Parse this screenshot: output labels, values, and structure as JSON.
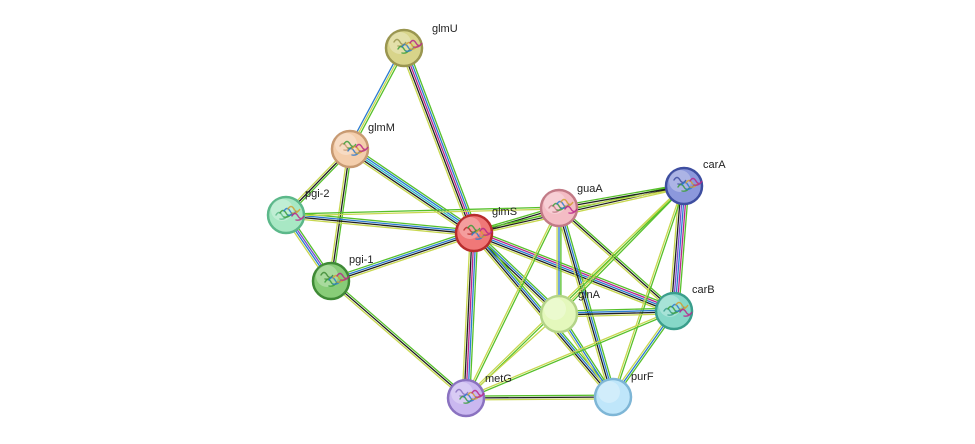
{
  "network": {
    "nodes": [
      {
        "id": "glmU",
        "label": "glmU",
        "fill": "#d8d48a",
        "stroke": "#9a9650",
        "has_structure": true
      },
      {
        "id": "glmM",
        "label": "glmM",
        "fill": "#f4ceac",
        "stroke": "#c89a72",
        "has_structure": true
      },
      {
        "id": "pgi-2",
        "label": "pgi-2",
        "fill": "#a8e8c4",
        "stroke": "#5cb88a",
        "has_structure": true
      },
      {
        "id": "pgi-1",
        "label": "pgi-1",
        "fill": "#88cc78",
        "stroke": "#3f8a36",
        "has_structure": true
      },
      {
        "id": "glmS",
        "label": "glmS",
        "fill": "#f07878",
        "stroke": "#b82c2c",
        "has_structure": true
      },
      {
        "id": "guaA",
        "label": "guaA",
        "fill": "#f4bcc4",
        "stroke": "#c27a86",
        "has_structure": true
      },
      {
        "id": "carA",
        "label": "carA",
        "fill": "#8c98dc",
        "stroke": "#3e4ea0",
        "has_structure": true
      },
      {
        "id": "glnA",
        "label": "glnA",
        "fill": "#e4f8bc",
        "stroke": "#b4d488",
        "has_structure": false
      },
      {
        "id": "carB",
        "label": "carB",
        "fill": "#86d8c8",
        "stroke": "#3a9e8c",
        "has_structure": true
      },
      {
        "id": "metG",
        "label": "metG",
        "fill": "#cab8f0",
        "stroke": "#8a72c0",
        "has_structure": true
      },
      {
        "id": "purF",
        "label": "purF",
        "fill": "#bfe6fa",
        "stroke": "#7eb6d6",
        "has_structure": false
      }
    ],
    "edges": [
      {
        "source": "glmU",
        "target": "glmM",
        "colors": [
          "#56c02a",
          "#c8d850",
          "#2a7ad0"
        ]
      },
      {
        "source": "glmU",
        "target": "glmS",
        "colors": [
          "#56c02a",
          "#2a7ad0",
          "#b8268a",
          "#202020",
          "#c8d850"
        ]
      },
      {
        "source": "glmM",
        "target": "glmS",
        "colors": [
          "#56c02a",
          "#2a7ad0",
          "#29b8c8",
          "#202020",
          "#c8d850"
        ]
      },
      {
        "source": "glmM",
        "target": "pgi-2",
        "colors": [
          "#56c02a",
          "#202020",
          "#c8d850"
        ]
      },
      {
        "source": "glmM",
        "target": "pgi-1",
        "colors": [
          "#56c02a",
          "#202020",
          "#c8d850"
        ]
      },
      {
        "source": "pgi-2",
        "target": "pgi-1",
        "colors": [
          "#56c02a",
          "#7a4ad0",
          "#2a7ad0",
          "#c8d850"
        ]
      },
      {
        "source": "pgi-2",
        "target": "glmS",
        "colors": [
          "#56c02a",
          "#2a7ad0",
          "#202020",
          "#c8d850"
        ]
      },
      {
        "source": "pgi-1",
        "target": "glmS",
        "colors": [
          "#56c02a",
          "#2a7ad0",
          "#202020",
          "#c8d850"
        ]
      },
      {
        "source": "pgi-1",
        "target": "metG",
        "colors": [
          "#56c02a",
          "#202020",
          "#c8d850"
        ]
      },
      {
        "source": "pgi-2",
        "target": "guaA",
        "colors": [
          "#56c02a",
          "#c8d850"
        ]
      },
      {
        "source": "glmS",
        "target": "guaA",
        "colors": [
          "#56c02a",
          "#202020",
          "#c8d850"
        ]
      },
      {
        "source": "glmS",
        "target": "carA",
        "colors": [
          "#56c02a",
          "#202020",
          "#c8d850"
        ]
      },
      {
        "source": "glmS",
        "target": "glnA",
        "colors": [
          "#56c02a",
          "#2a7ad0",
          "#202020",
          "#c8d850"
        ]
      },
      {
        "source": "glmS",
        "target": "carB",
        "colors": [
          "#56c02a",
          "#b8268a",
          "#2a7ad0",
          "#202020",
          "#c8d850"
        ]
      },
      {
        "source": "glmS",
        "target": "metG",
        "colors": [
          "#56c02a",
          "#2a7ad0",
          "#b8268a",
          "#202020",
          "#c8d850"
        ]
      },
      {
        "source": "glmS",
        "target": "purF",
        "colors": [
          "#56c02a",
          "#2a7ad0",
          "#202020",
          "#c8d850"
        ]
      },
      {
        "source": "guaA",
        "target": "carA",
        "colors": [
          "#56c02a",
          "#202020",
          "#c8d850"
        ]
      },
      {
        "source": "guaA",
        "target": "glnA",
        "colors": [
          "#56c02a",
          "#2a7ad0",
          "#c8d850"
        ]
      },
      {
        "source": "guaA",
        "target": "carB",
        "colors": [
          "#56c02a",
          "#202020",
          "#c8d850"
        ]
      },
      {
        "source": "guaA",
        "target": "metG",
        "colors": [
          "#56c02a",
          "#c8d850"
        ]
      },
      {
        "source": "guaA",
        "target": "purF",
        "colors": [
          "#56c02a",
          "#2a7ad0",
          "#202020",
          "#c8d850"
        ]
      },
      {
        "source": "carA",
        "target": "carB",
        "colors": [
          "#56c02a",
          "#b8268a",
          "#2a7ad0",
          "#7a4ad0",
          "#202020",
          "#c8d850"
        ]
      },
      {
        "source": "carA",
        "target": "glnA",
        "colors": [
          "#56c02a",
          "#c8d850"
        ]
      },
      {
        "source": "carA",
        "target": "purF",
        "colors": [
          "#56c02a",
          "#c8d850"
        ]
      },
      {
        "source": "carA",
        "target": "metG",
        "colors": [
          "#56c02a",
          "#c8d850"
        ]
      },
      {
        "source": "glnA",
        "target": "carB",
        "colors": [
          "#56c02a",
          "#2a7ad0",
          "#202020",
          "#c8d850"
        ]
      },
      {
        "source": "glnA",
        "target": "purF",
        "colors": [
          "#56c02a",
          "#2a7ad0",
          "#c8d850"
        ]
      },
      {
        "source": "glnA",
        "target": "metG",
        "colors": [
          "#c8d850"
        ]
      },
      {
        "source": "carB",
        "target": "purF",
        "colors": [
          "#56c02a",
          "#2a7ad0",
          "#c8d850"
        ]
      },
      {
        "source": "carB",
        "target": "metG",
        "colors": [
          "#56c02a",
          "#c8d850"
        ]
      },
      {
        "source": "metG",
        "target": "purF",
        "colors": [
          "#56c02a",
          "#202020",
          "#c8d850"
        ]
      }
    ]
  }
}
